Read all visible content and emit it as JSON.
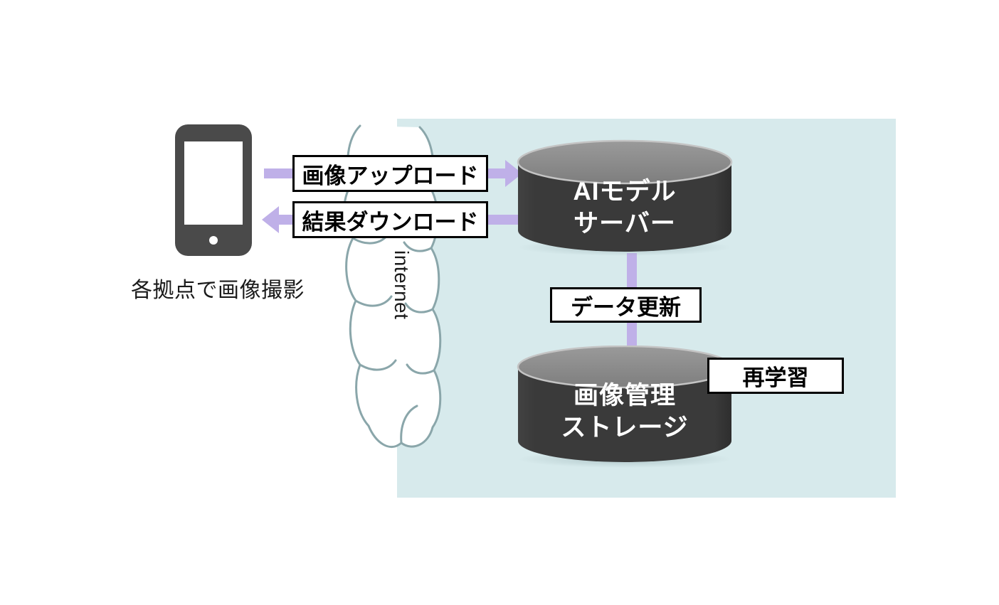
{
  "diagram": {
    "title_present": false,
    "background_panel": {
      "name": "server-zone",
      "color": "#d7eaec"
    },
    "colors": {
      "panel": "#d7eaec",
      "arrow": "#bfb0e8",
      "cylinder_body": "#3a3a3a",
      "cylinder_top": "#8a8a8a",
      "phone": "#4a4a4a",
      "cloud_outline": "#8aa6aa",
      "box_border": "#000000",
      "text_dark": "#1a1a1a",
      "text_light": "#ffffff"
    },
    "device": {
      "icon": "smartphone-icon",
      "caption": "各拠点で画像撮影"
    },
    "network": {
      "icon": "cloud-icon",
      "label": "internet"
    },
    "nodes": [
      {
        "id": "ai-model-server",
        "icon": "database-cylinder-icon",
        "label_line1": "AIモデル",
        "label_line2": "サーバー"
      },
      {
        "id": "image-storage",
        "icon": "database-cylinder-icon",
        "label_line1": "画像管理",
        "label_line2": "ストレージ"
      }
    ],
    "flows": [
      {
        "id": "upload",
        "label": "画像アップロード",
        "direction": "phone-to-server",
        "arrow_icon": "arrow-right-icon"
      },
      {
        "id": "download",
        "label": "結果ダウンロード",
        "direction": "server-to-phone",
        "arrow_icon": "arrow-left-icon"
      },
      {
        "id": "data-update",
        "label": "データ更新",
        "direction": "server-to-storage",
        "arrow_icon": "arrow-down-icon"
      },
      {
        "id": "retrain",
        "label": "再学習",
        "direction": "storage-annotation",
        "arrow_icon": "none"
      }
    ]
  }
}
